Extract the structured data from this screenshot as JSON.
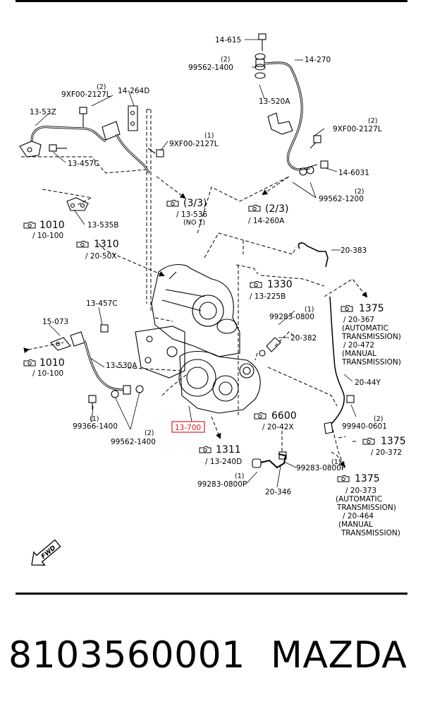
{
  "labels": {
    "l14615": "14-615",
    "l99562a_n": "(2)",
    "l99562a": "99562-1400",
    "l14270": "14-270",
    "l9xf_n1": "(2)",
    "l9xf1": "9XF00-2127L",
    "l14264d": "14-264D",
    "l1353z": "13-53Z",
    "l13520a": "13-520A",
    "l9xf_n2": "(2)",
    "l9xf2": "9XF00-2127L",
    "l9xf_n3": "(1)",
    "l9xf3": "9XF00-2127L",
    "l13457c_a": "13-457C",
    "l146031": "14-6031",
    "l99562b_n": "(2)",
    "l99562b": "99562-1200",
    "ref33_num": "(3/3)",
    "ref33_a": "/ 13-536",
    "ref33_b": "(NO 1)",
    "ref23_num": "(2/3)",
    "ref23_a": "/ 14-260A",
    "ref1010a_num": "1010",
    "ref1010a_sub": "/ 10-100",
    "l13535b": "13-535B",
    "ref1310_num": "1310",
    "ref1310_sub": "/ 20-50X",
    "l20383": "20-383",
    "ref1330_num": "1330",
    "ref1330_sub": "/ 13-225B",
    "l13457c_b": "13-457C",
    "l99283a_n": "(1)",
    "l99283a": "99283-0800",
    "ref1375a_num": "1375",
    "ref1375a_1": "/ 20-367",
    "ref1375a_2": "(AUTOMATIC",
    "ref1375a_3": "TRANSMISSION)",
    "ref1375a_4": "/ 20-472",
    "ref1375a_5": "(MANUAL",
    "ref1375a_6": "TRANSMISSION)",
    "l15073": "15-073",
    "l20382": "20-382",
    "ref1010b_num": "1010",
    "ref1010b_sub": "/ 10-100",
    "l13530a": "13-530A",
    "l2044y": "20-44Y",
    "l99366_n": "(1)",
    "l99366": "99366-1400",
    "l99562c_n": "(2)",
    "l99562c": "99562-1400",
    "l13700": "13-700",
    "ref6600_num": "6600",
    "ref6600_sub": "/ 20-42X",
    "l99940_n": "(2)",
    "l99940": "99940-0601",
    "ref1375b_num": "1375",
    "ref1375b_sub": "/ 20-372",
    "ref1311_num": "1311",
    "ref1311_sub": "/ 13-240D",
    "l99283b_n": "(1)",
    "l99283b": "99283-0800P",
    "l99283c_n": "(1)",
    "l99283c": "99283-0800P",
    "l20346": "20-346",
    "ref1375c_num": "1375",
    "ref1375c_1": "/ 20-373",
    "ref1375c_2": "(AUTOMATIC",
    "ref1375c_3": "TRANSMISSION)",
    "ref1375c_4": "/ 20-464",
    "ref1375c_5": "(MANUAL",
    "ref1375c_6": "TRANSMISSION)",
    "fwd": "FWD"
  },
  "footer": {
    "part_number": "8103560001",
    "brand": "MAZDA"
  },
  "colors": {
    "highlight": "#e02020",
    "ink": "#000000"
  }
}
